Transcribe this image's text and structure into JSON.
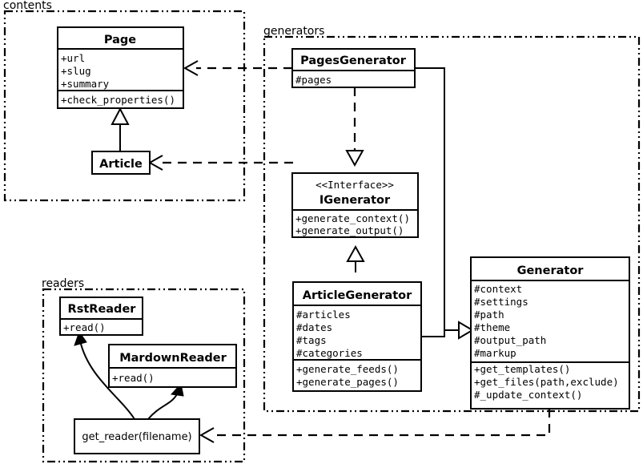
{
  "diagram": {
    "title": "UML class diagram",
    "background_color": "#ffffff",
    "line_color": "#000000"
  },
  "packages": [
    {
      "id": "contents",
      "label": "contents"
    },
    {
      "id": "generators",
      "label": "generators"
    },
    {
      "id": "readers",
      "label": "readers"
    }
  ],
  "classes": {
    "page": {
      "name": "Page",
      "attributes": [
        "+url",
        "+slug",
        "+summary"
      ],
      "methods": [
        "+check_properties()"
      ]
    },
    "article": {
      "name": "Article",
      "attributes": [],
      "methods": []
    },
    "pages_generator": {
      "name": "PagesGenerator",
      "attributes": [
        "#pages"
      ],
      "methods": []
    },
    "igenerator": {
      "stereotype": "<<Interface>>",
      "name": "IGenerator",
      "attributes": [],
      "methods": [
        "+generate_context()",
        "+generate_output()"
      ]
    },
    "article_generator": {
      "name": "ArticleGenerator",
      "attributes": [
        "#articles",
        "#dates",
        "#tags",
        "#categories"
      ],
      "methods": [
        "+generate_feeds()",
        "+generate_pages()"
      ]
    },
    "generator": {
      "name": "Generator",
      "attributes": [
        "#context",
        "#settings",
        "#path",
        "#theme",
        "#output_path",
        "#markup"
      ],
      "methods": [
        "+get_templates()",
        "+get_files(path,exclude)",
        "#_update_context()"
      ]
    },
    "rst_reader": {
      "name": "RstReader",
      "attributes": [],
      "methods": [
        "+read()"
      ]
    },
    "mardown_reader": {
      "name": "MardownReader",
      "attributes": [],
      "methods": [
        "+read()"
      ]
    },
    "get_reader": {
      "name": "get_reader(filename)"
    }
  },
  "relations": [
    {
      "id": "article-inherits-page",
      "kind": "generalization",
      "from": "Article",
      "to": "Page"
    },
    {
      "id": "pagesgenerator-realizes-igenerator",
      "kind": "realization",
      "from": "PagesGenerator",
      "to": "IGenerator"
    },
    {
      "id": "articlegenerator-realizes-igenerator",
      "kind": "realization",
      "from": "ArticleGenerator",
      "to": "IGenerator"
    },
    {
      "id": "pagesgenerator-uses-page",
      "kind": "dependency",
      "from": "PagesGenerator",
      "to": "Page"
    },
    {
      "id": "articlegenerator-uses-article",
      "kind": "dependency",
      "from": "ArticleGenerator",
      "to": "Article"
    },
    {
      "id": "pagesgenerator-to-generator",
      "kind": "association",
      "from": "PagesGenerator",
      "to": "Generator"
    },
    {
      "id": "articlegenerator-to-generator",
      "kind": "association",
      "from": "ArticleGenerator",
      "to": "Generator"
    },
    {
      "id": "generator-uses-get-reader",
      "kind": "dependency",
      "from": "Generator",
      "to": "get_reader(filename)"
    },
    {
      "id": "get-reader-returns-rstreader",
      "kind": "return",
      "from": "get_reader(filename)",
      "to": "RstReader"
    },
    {
      "id": "get-reader-returns-mardownreader",
      "kind": "return",
      "from": "get_reader(filename)",
      "to": "MardownReader"
    }
  ]
}
